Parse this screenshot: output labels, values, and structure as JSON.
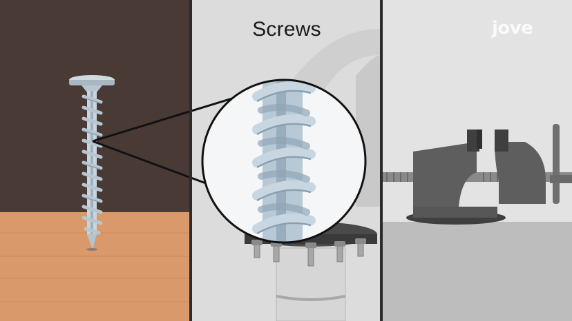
{
  "title": "Screws",
  "brand_logo": "jove",
  "panels": [
    {
      "name": "screw-in-wood",
      "background": "#4a3a36",
      "floor": "#d9996a"
    },
    {
      "name": "screw-magnified",
      "background": "#dcdcdc"
    },
    {
      "name": "bench-vise",
      "background": "#e3e3e3",
      "floor": "#bdbdbd"
    }
  ],
  "colors": {
    "divider": "#2b2b2b",
    "screw_metal": "#b9cad6",
    "screw_shadow": "#8fa4b3",
    "vise_body": "#5e5e5e",
    "vise_dark": "#3f3f3f"
  }
}
